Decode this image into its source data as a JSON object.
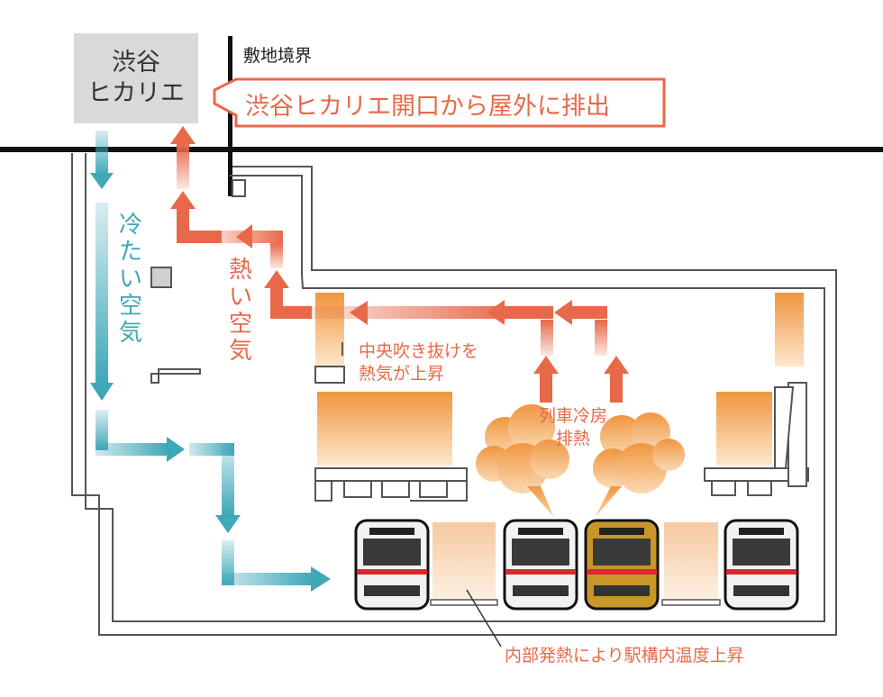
{
  "building": {
    "line1": "渋谷",
    "line2": "ヒカリエ"
  },
  "labels": {
    "boundary": "敷地境界",
    "exhaust_callout": "渋谷ヒカリエ開口から屋外に排出",
    "cold_air": [
      "冷",
      "た",
      "い",
      "空",
      "気"
    ],
    "hot_air": [
      "熱",
      "い",
      "空",
      "気"
    ],
    "atrium_line1": "中央吹き抜けを",
    "atrium_line2": "熱気が上昇",
    "train_ac_line1": "列車冷房",
    "train_ac_line2": "排熱",
    "internal_heat": "内部発熱により駅構内温度上昇"
  },
  "colors": {
    "cool": "#3fa8b8",
    "hot": "#e8694a",
    "heat_fill": "#f0a35a",
    "building_fill": "#d9d9d9",
    "structure": "#555555",
    "train_red": "#d9282f",
    "train_gold": "#c8962a"
  }
}
